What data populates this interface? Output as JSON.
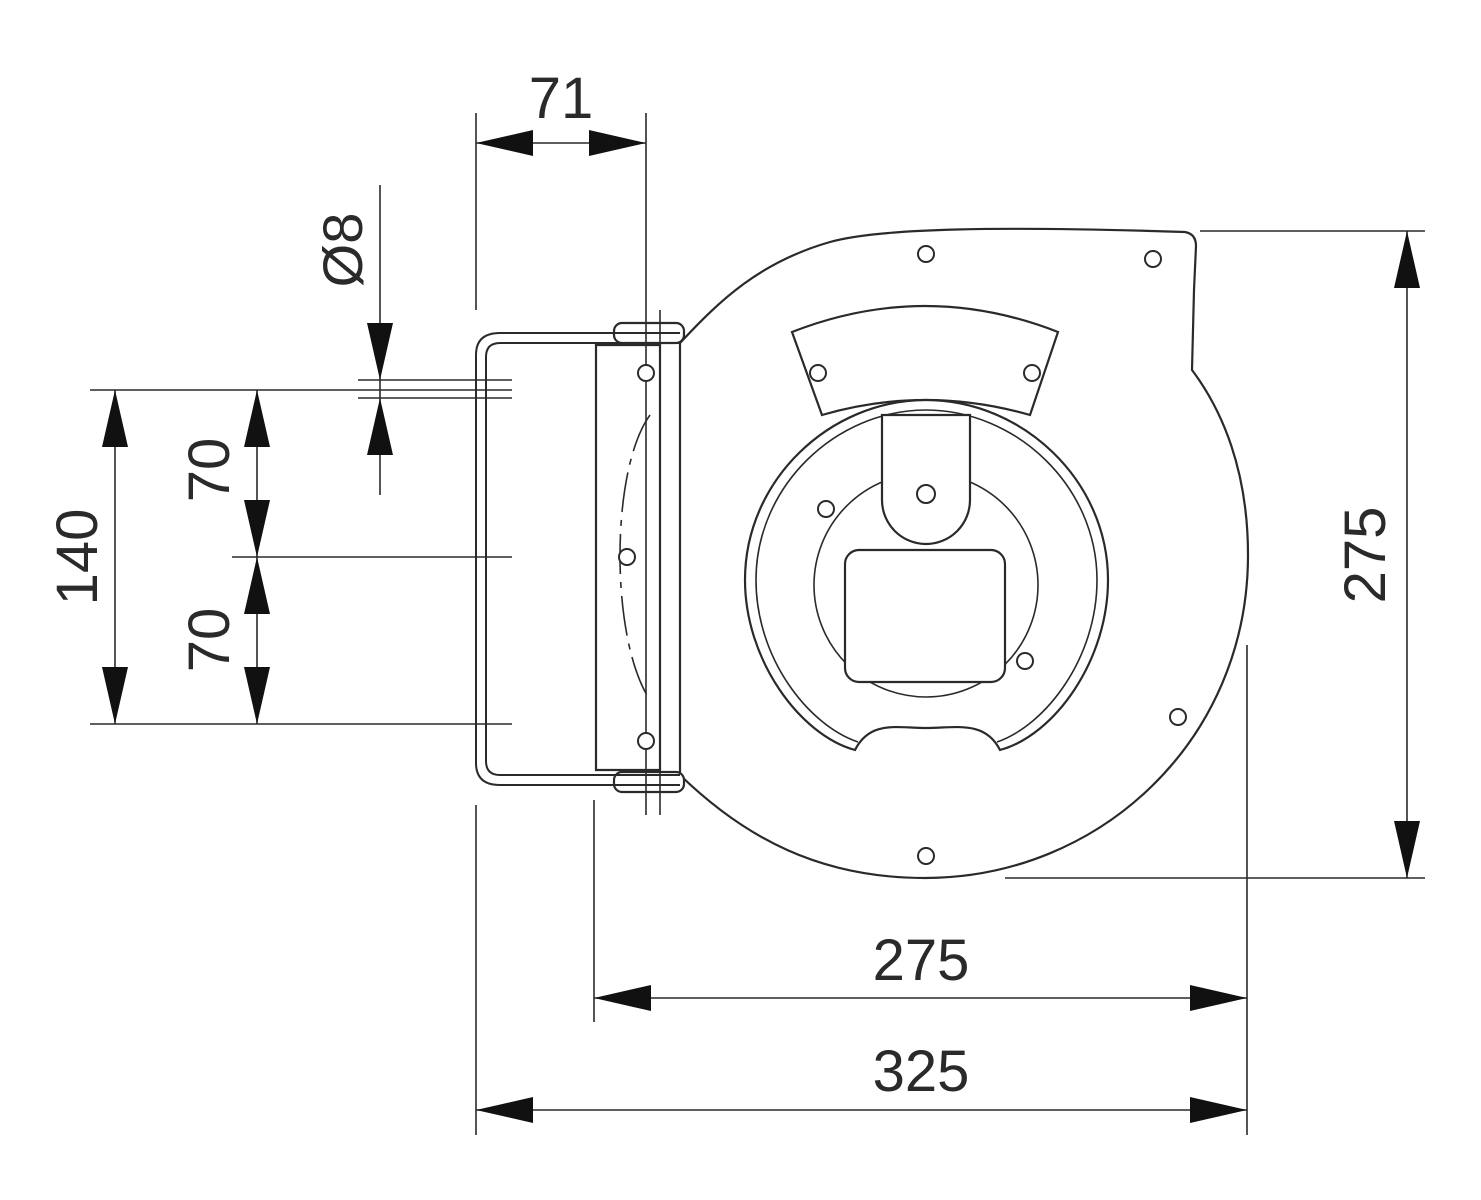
{
  "dimensions": {
    "top_width": "71",
    "diameter": "Ø8",
    "total_height": "140",
    "upper_half": "70",
    "lower_half": "70",
    "side_height": "275",
    "body_width": "275",
    "total_width": "325"
  },
  "colors": {
    "line": "#2a2a2a",
    "arrow": "#111111",
    "background": "#ffffff"
  }
}
